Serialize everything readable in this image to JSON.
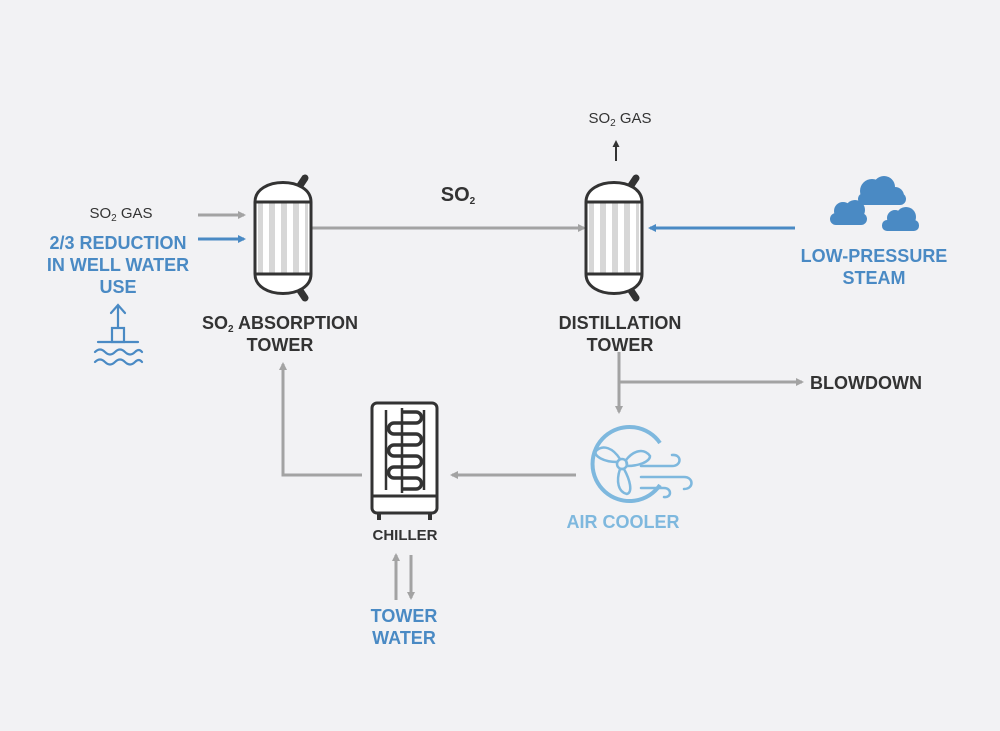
{
  "colors": {
    "background": "#f2f2f4",
    "dark_text": "#333333",
    "blue_accent": "#4a8ac4",
    "light_blue": "#7eb8de",
    "pipe_gray": "#a3a3a3"
  },
  "labels": {
    "so2_gas_in": {
      "base": "SO",
      "sub": "2",
      "rest": " GAS"
    },
    "reduction": [
      "2/3 REDUCTION",
      "IN WELL WATER",
      "USE"
    ],
    "absorption": {
      "line1_base": "SO",
      "line1_sub": "2",
      "line1_rest": " ABSORPTION",
      "line2": "TOWER"
    },
    "so2_mid": {
      "base": "SO",
      "sub": "2"
    },
    "so2_gas_out": {
      "base": "SO",
      "sub": "2",
      "rest": " GAS"
    },
    "distillation": [
      "DISTILLATION",
      "TOWER"
    ],
    "steam": [
      "LOW-PRESSURE",
      "STEAM"
    ],
    "blowdown": "BLOWDOWN",
    "air_cooler": "AIR COOLER",
    "chiller": "CHILLER",
    "tower_water": [
      "TOWER",
      "WATER"
    ]
  },
  "icons": [
    "well-water-icon",
    "absorption-tower-icon",
    "distillation-tower-icon",
    "steam-cloud-icon",
    "fan-icon",
    "wind-icon",
    "chiller-icon"
  ]
}
